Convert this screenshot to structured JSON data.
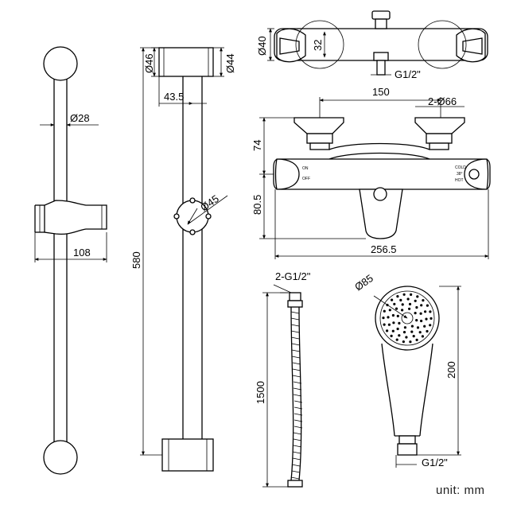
{
  "dimensions": {
    "rail_bar_diameter": "Ø28",
    "rail_bracket_width": "108",
    "rail_length": "580",
    "bracket_diameter_46": "Ø46",
    "bracket_diameter_44": "Ø44",
    "bracket_offset": "43.5",
    "holder_diameter": "Ø45",
    "mixer_depth": "Ø40",
    "mixer_inner": "32",
    "mixer_outlet": "G1/2\"",
    "inlet_centers": "150",
    "inlet_diameters": "2-Ø66",
    "inlet_height": "74",
    "body_height": "80.5",
    "mixer_width": "256.5",
    "hose_threads": "2-G1/2\"",
    "hose_length": "1500",
    "handset_diameter": "Ø85",
    "handset_length": "200",
    "handset_thread": "G1/2\""
  },
  "mixer_labels": {
    "on": "ON",
    "off": "OFF",
    "cold": "COLD",
    "temp": "38°",
    "hot": "HOT"
  },
  "unit": "unit: mm"
}
